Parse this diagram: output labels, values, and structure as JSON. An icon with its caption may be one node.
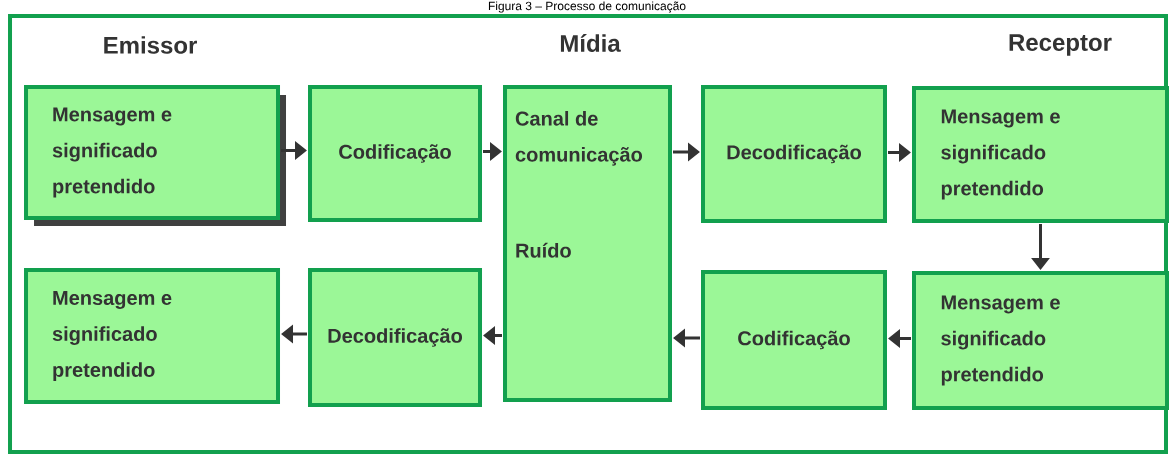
{
  "diagram": {
    "title": "Figura 3 – Processo de comunicação",
    "nodes": [
      {
        "text": [
          "Mensagem e significado pretendido"
        ]
      },
      {
        "text": [
          "Codificação"
        ]
      },
      {
        "text": [
          "Canal de comunicação",
          "Ruído"
        ]
      },
      {
        "text": [
          "Decodificação"
        ]
      },
      {
        "text": [
          "Mensagem e significado pretendido"
        ]
      },
      {
        "text": [
          "Mensagem e significado pretendido"
        ]
      },
      {
        "text": [
          "Codificação"
        ]
      },
      {
        "text": [
          "Decodificação"
        ]
      },
      {
        "text": [
          "Mensagem e significado pretendido"
        ]
      }
    ],
    "edges": [
      {
        "from": 0,
        "to": 1,
        "arrow": "to"
      },
      {
        "from": 1,
        "to": 2,
        "arrow": "to"
      },
      {
        "from": 2,
        "to": 3,
        "arrow": "to"
      },
      {
        "from": 3,
        "to": 4,
        "arrow": "to"
      },
      {
        "from": 4,
        "to": 5,
        "arrow": "to"
      },
      {
        "from": 5,
        "to": 6,
        "arrow": "to"
      },
      {
        "from": 6,
        "to": 2,
        "arrow": "to"
      },
      {
        "from": 2,
        "to": 7,
        "arrow": "to"
      },
      {
        "from": 7,
        "to": 8,
        "arrow": "to"
      }
    ],
    "labels": [
      "Emissor",
      "Mídia",
      "Receptor"
    ]
  }
}
